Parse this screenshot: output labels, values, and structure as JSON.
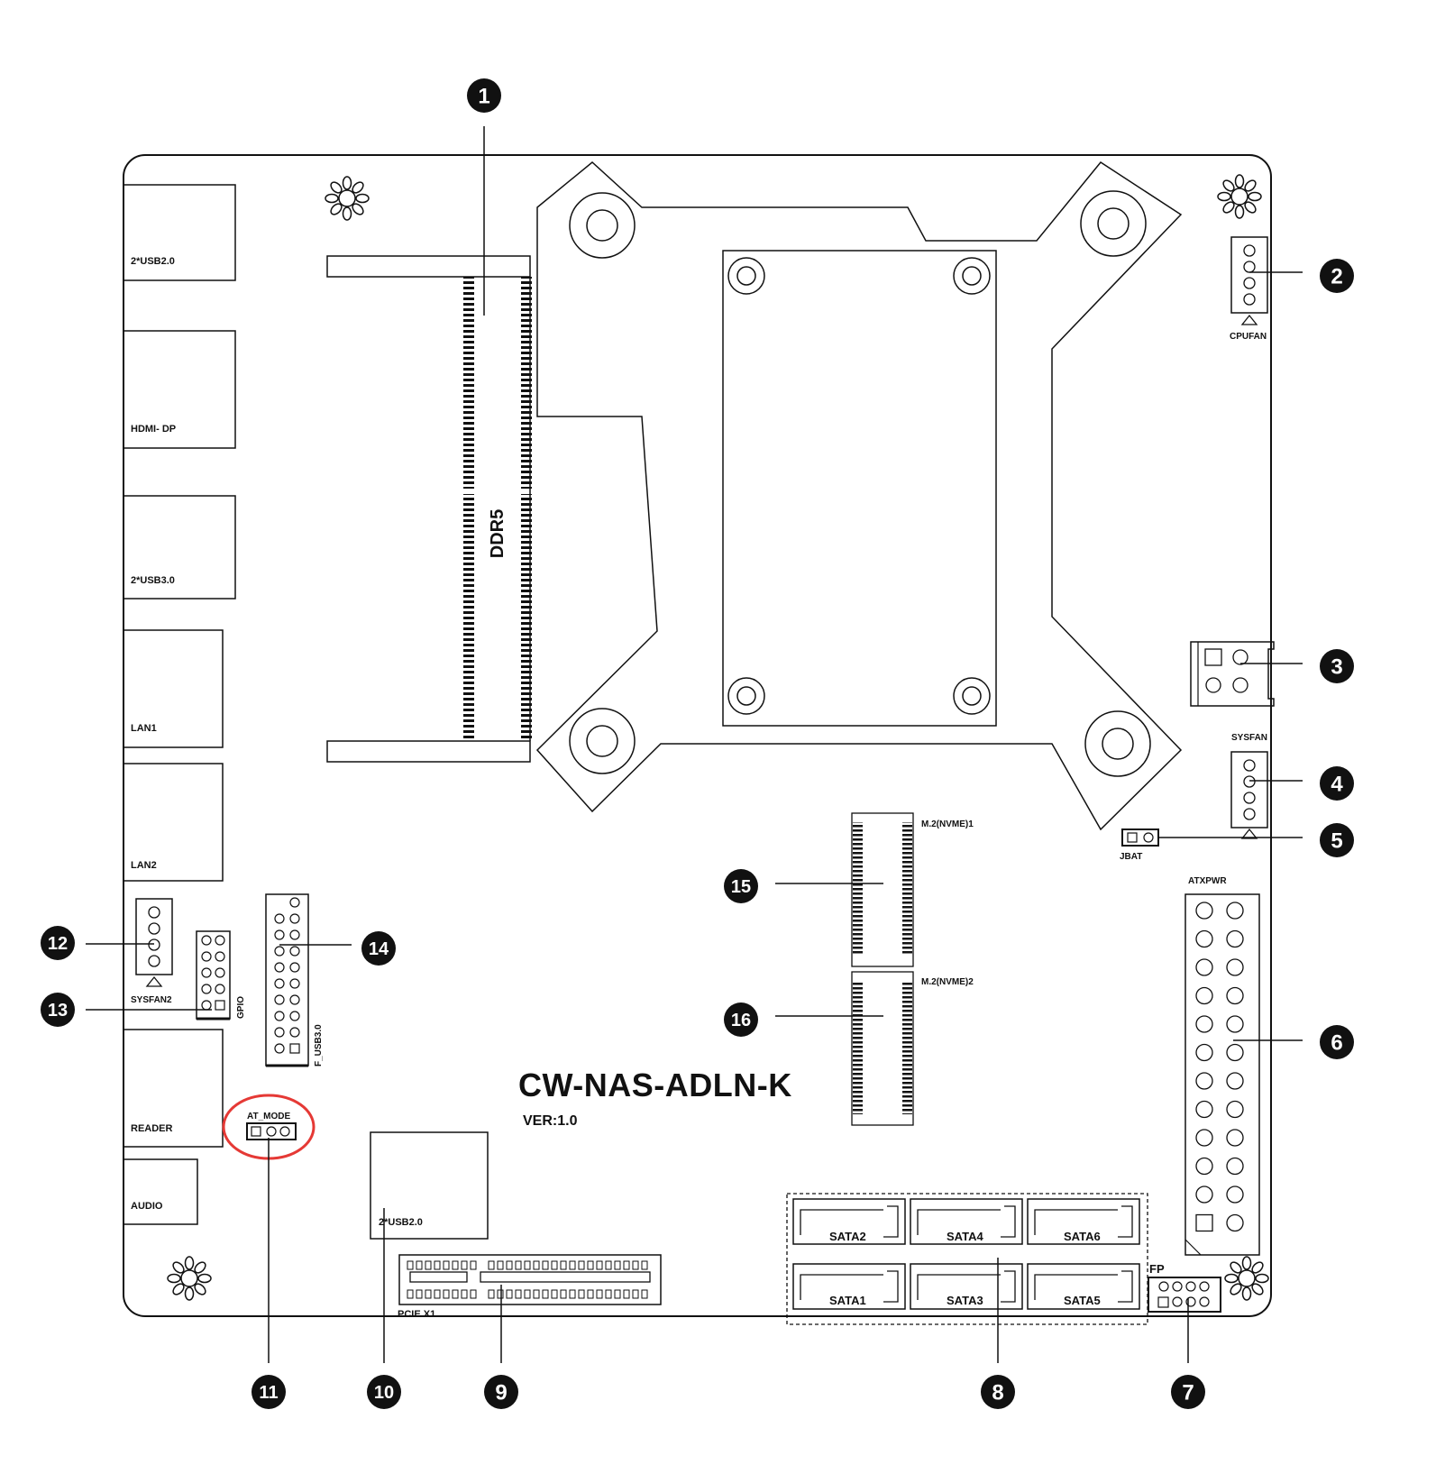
{
  "board": {
    "model": "CW-NAS-ADLN-K",
    "version": "VER:1.0"
  },
  "memory": {
    "label": "DDR5"
  },
  "io_panel": {
    "usb2_top": "2*USB2.0",
    "hdmi_dp": "HDMI- DP",
    "usb3": "2*USB3.0",
    "lan1": "LAN1",
    "lan2": "LAN2",
    "reader": "READER",
    "audio": "AUDIO"
  },
  "headers": {
    "cpufan": "CPUFAN",
    "sysfan": "SYSFAN",
    "jbat": "JBAT",
    "atxpwr": "ATXPWR",
    "fp": "FP",
    "sysfan2": "SYSFAN2",
    "gpio": "GPIO",
    "f_usb3": "F_USB3.0",
    "at_mode": "AT_MODE",
    "usb2_onboard": "2*USB2.0",
    "pcie": "PCIE X1",
    "m2_1": "M.2(NVME)1",
    "m2_2": "M.2(NVME)2"
  },
  "sata": {
    "sata1": "SATA1",
    "sata2": "SATA2",
    "sata3": "SATA3",
    "sata4": "SATA4",
    "sata5": "SATA5",
    "sata6": "SATA6"
  },
  "callouts": {
    "c1": "1",
    "c2": "2",
    "c3": "3",
    "c4": "4",
    "c5": "5",
    "c6": "6",
    "c7": "7",
    "c8": "8",
    "c9": "9",
    "c10": "10",
    "c11": "11",
    "c12": "12",
    "c13": "13",
    "c14": "14",
    "c15": "15",
    "c16": "16"
  },
  "colors": {
    "line": "#111111",
    "highlight": "#e53935"
  }
}
